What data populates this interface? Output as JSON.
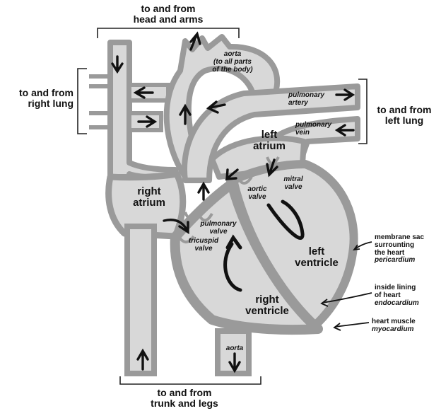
{
  "colors": {
    "vessel": "#9a9a9a",
    "blood": "#d8d8d8",
    "arrow": "#111111",
    "bracket": "#222222",
    "background": "#ffffff"
  },
  "labels": {
    "head_arms": [
      "to and from",
      "head and arms"
    ],
    "right_lung": [
      "to and from",
      "right lung"
    ],
    "left_lung": [
      "to and from",
      "left lung"
    ],
    "trunk_legs": [
      "to and from",
      "trunk and legs"
    ],
    "aorta_top": [
      "aorta",
      "(to all parts",
      "of the body)"
    ],
    "pulmonary_artery": [
      "pulmonary",
      "artery"
    ],
    "pulmonary_vein": [
      "pulmonary",
      "vein"
    ],
    "left_atrium": [
      "left",
      "atrium"
    ],
    "right_atrium": [
      "right",
      "atrium"
    ],
    "mitral_valve": [
      "mitral",
      "valve"
    ],
    "aortic_valve": [
      "aortic",
      "valve"
    ],
    "pulmonary_valve": [
      "pulmonary",
      "valve"
    ],
    "tricuspid_valve": [
      "tricuspid",
      "valve"
    ],
    "left_ventricle": [
      "left",
      "ventricle"
    ],
    "right_ventricle": [
      "right",
      "ventricle"
    ],
    "aorta_bottom": "aorta",
    "pericardium": {
      "lines": [
        "membrane sac",
        "surrounting",
        "the heart"
      ],
      "term": "pericardium"
    },
    "endocardium": {
      "lines": [
        "inside lining",
        "of heart"
      ],
      "term": "endocardium"
    },
    "myocardium": {
      "lines": [
        "heart muscle"
      ],
      "term": "myocardium"
    }
  }
}
